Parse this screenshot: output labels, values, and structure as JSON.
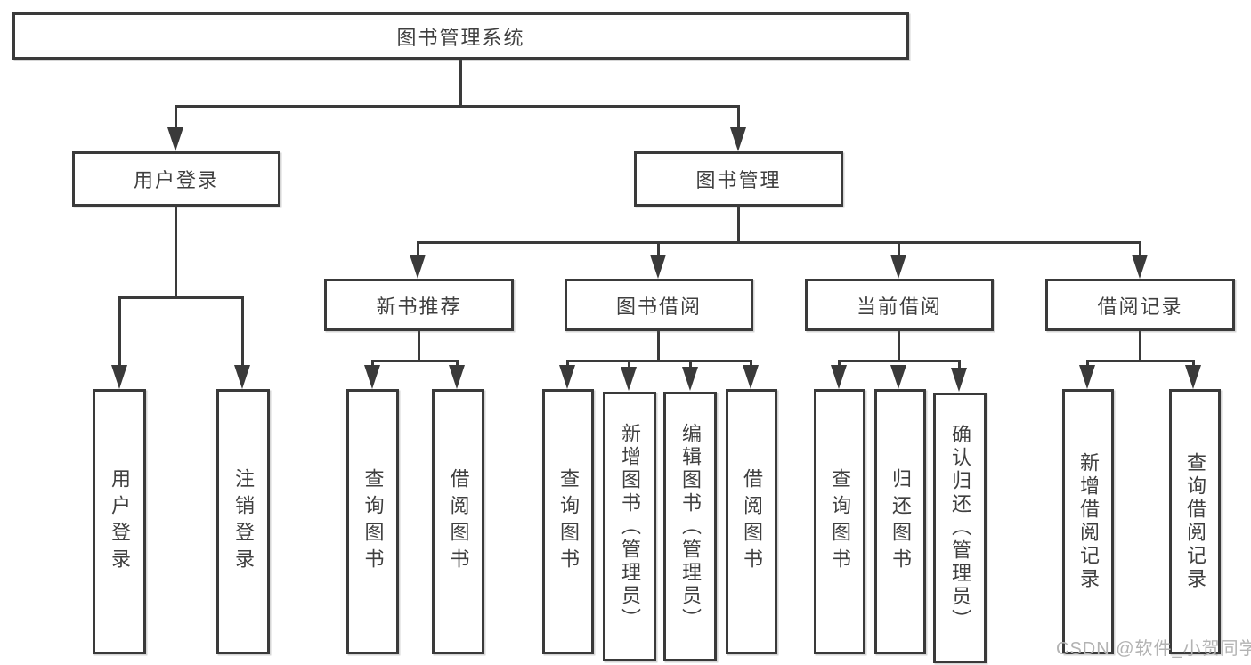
{
  "nodes": {
    "root": "图书管理系统",
    "user_login": "用户登录",
    "book_mgmt": "图书管理",
    "user_login_leaves": [
      "用户登录",
      "注销登录"
    ],
    "sections": [
      {
        "label": "新书推荐",
        "leaves": [
          "查询图书",
          "借阅图书"
        ]
      },
      {
        "label": "图书借阅",
        "leaves": [
          "查询图书",
          "新增图书（管理员）",
          "编辑图书（管理员）",
          "借阅图书"
        ]
      },
      {
        "label": "当前借阅",
        "leaves": [
          "查询图书",
          "归还图书",
          "确认归还（管理员）"
        ]
      },
      {
        "label": "借阅记录",
        "leaves": [
          "新增借阅记录",
          "查询借阅记录"
        ]
      }
    ]
  },
  "watermark": {
    "text": "CSDN @软件_小贺同学"
  },
  "colors": {
    "line": "#3a3a3a",
    "text": "#3f3f3f",
    "watermark": "#b3b3b3",
    "background": "#ffffff"
  }
}
